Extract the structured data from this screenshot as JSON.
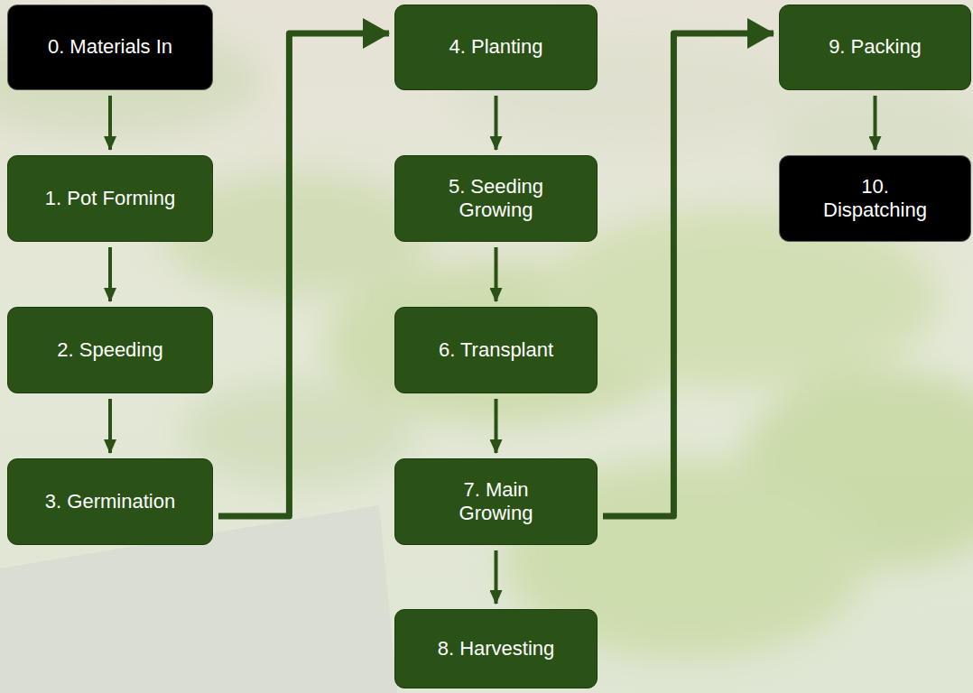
{
  "diagram": {
    "nodes": [
      {
        "text": [
          "0. Materials In"
        ]
      },
      {
        "text": [
          "1. Pot Forming"
        ]
      },
      {
        "text": [
          "2. Speeding"
        ]
      },
      {
        "text": [
          "3. Germination"
        ]
      },
      {
        "text": [
          "4. Planting"
        ]
      },
      {
        "text": [
          "5. Seeding Growing"
        ]
      },
      {
        "text": [
          "6. Transplant"
        ]
      },
      {
        "text": [
          "7. Main Growing"
        ]
      },
      {
        "text": [
          "8. Harvesting"
        ]
      },
      {
        "text": [
          "9. Packing"
        ]
      },
      {
        "text": [
          "10. Dispatching"
        ]
      }
    ],
    "edges": [
      {
        "from": 0,
        "to": 1,
        "arrow": "to"
      },
      {
        "from": 1,
        "to": 2,
        "arrow": "to"
      },
      {
        "from": 2,
        "to": 3,
        "arrow": "to"
      },
      {
        "from": 3,
        "to": 4,
        "arrow": "to"
      },
      {
        "from": 4,
        "to": 5,
        "arrow": "to"
      },
      {
        "from": 5,
        "to": 6,
        "arrow": "to"
      },
      {
        "from": 6,
        "to": 7,
        "arrow": "to"
      },
      {
        "from": 7,
        "to": 8,
        "arrow": "to"
      },
      {
        "from": 7,
        "to": 9,
        "arrow": "to"
      },
      {
        "from": 9,
        "to": 10,
        "arrow": "to"
      }
    ]
  }
}
